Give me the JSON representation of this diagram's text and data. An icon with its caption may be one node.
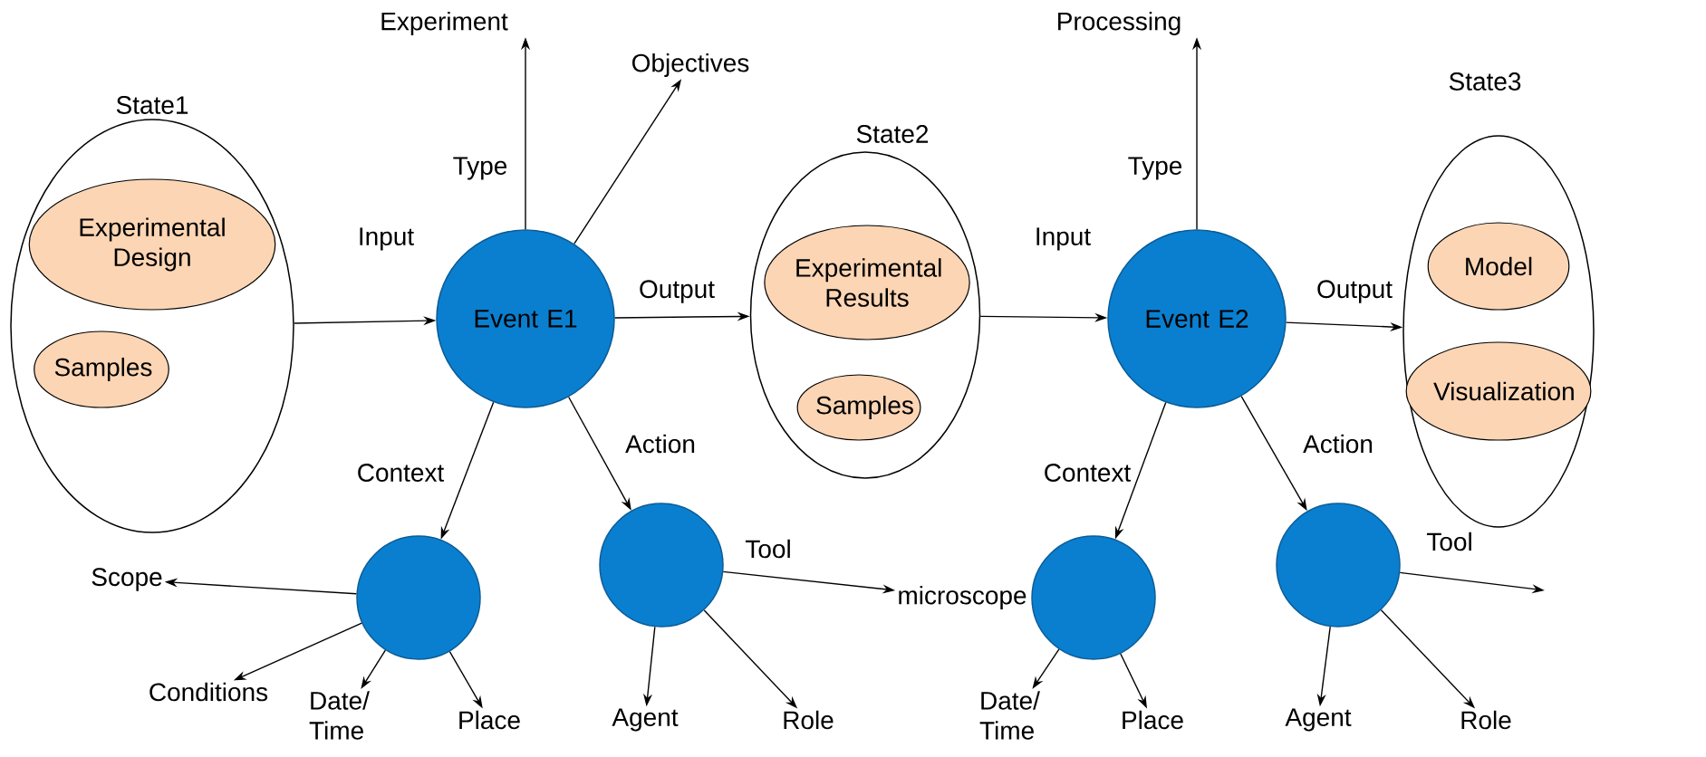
{
  "diagram": {
    "nodes": [
      {
        "text": [
          "State1"
        ]
      },
      {
        "text": [
          "Experimental Design"
        ],
        "in": 0
      },
      {
        "text": [
          "Samples"
        ],
        "in": 0
      },
      {
        "text": [
          "Event E1"
        ]
      },
      {
        "text": [
          "Experiment"
        ]
      },
      {
        "text": [
          "Objectives"
        ]
      },
      {
        "text": [
          "State2"
        ]
      },
      {
        "text": [
          "Experimental Results"
        ],
        "in": 6
      },
      {
        "text": [
          "Samples"
        ],
        "in": 6
      },
      {
        "text": [
          "Event E2"
        ]
      },
      {
        "text": [
          "Processing"
        ]
      },
      {
        "text": [
          "State3"
        ]
      },
      {
        "text": [
          "Model"
        ],
        "in": 11
      },
      {
        "text": [
          "Visualization"
        ],
        "in": 11
      },
      {
        "text": [],
        "shape": "circle"
      },
      {
        "text": [],
        "shape": "circle"
      },
      {
        "text": [
          "Scope"
        ]
      },
      {
        "text": [
          "Conditions"
        ]
      },
      {
        "text": [
          "Date/ Time"
        ]
      },
      {
        "text": [
          "Place"
        ]
      },
      {
        "text": [
          "Agent"
        ]
      },
      {
        "text": [
          "Role"
        ]
      },
      {
        "text": [
          "microscope"
        ]
      },
      {
        "text": [],
        "shape": "circle"
      },
      {
        "text": [],
        "shape": "circle"
      },
      {
        "text": [
          "Date/ Time"
        ]
      },
      {
        "text": [
          "Place"
        ]
      },
      {
        "text": [
          "Agent"
        ]
      },
      {
        "text": [
          "Role"
        ]
      }
    ],
    "edges": [
      {
        "from": 0,
        "to": 3,
        "arrow": "to",
        "label": "Input"
      },
      {
        "from": 3,
        "to": 4,
        "arrow": "to",
        "label": "Type"
      },
      {
        "from": 3,
        "to": 5,
        "arrow": "to"
      },
      {
        "from": 3,
        "to": 6,
        "arrow": "to",
        "label": "Output"
      },
      {
        "from": 3,
        "to": 14,
        "arrow": "to",
        "label": "Context"
      },
      {
        "from": 3,
        "to": 15,
        "arrow": "to",
        "label": "Action"
      },
      {
        "from": 14,
        "to": 16,
        "arrow": "to"
      },
      {
        "from": 14,
        "to": 17,
        "arrow": "to"
      },
      {
        "from": 14,
        "to": 18,
        "arrow": "to"
      },
      {
        "from": 14,
        "to": 19,
        "arrow": "to"
      },
      {
        "from": 15,
        "to": 22,
        "arrow": "to",
        "label": "Tool"
      },
      {
        "from": 15,
        "to": 20,
        "arrow": "to"
      },
      {
        "from": 15,
        "to": 21,
        "arrow": "to"
      },
      {
        "from": 6,
        "to": 9,
        "arrow": "to",
        "label": "Input"
      },
      {
        "from": 9,
        "to": 10,
        "arrow": "to",
        "label": "Type"
      },
      {
        "from": 9,
        "to": 11,
        "arrow": "to",
        "label": "Output"
      },
      {
        "from": 9,
        "to": 23,
        "arrow": "to",
        "label": "Context"
      },
      {
        "from": 9,
        "to": 24,
        "arrow": "to",
        "label": "Action"
      },
      {
        "from": 23,
        "to": 25,
        "arrow": "to"
      },
      {
        "from": 23,
        "to": 26,
        "arrow": "to"
      },
      {
        "from": 24,
        "to": null,
        "arrow": "to",
        "label": "Tool"
      },
      {
        "from": 24,
        "to": 27,
        "arrow": "to"
      },
      {
        "from": 24,
        "to": 28,
        "arrow": "to"
      }
    ]
  }
}
